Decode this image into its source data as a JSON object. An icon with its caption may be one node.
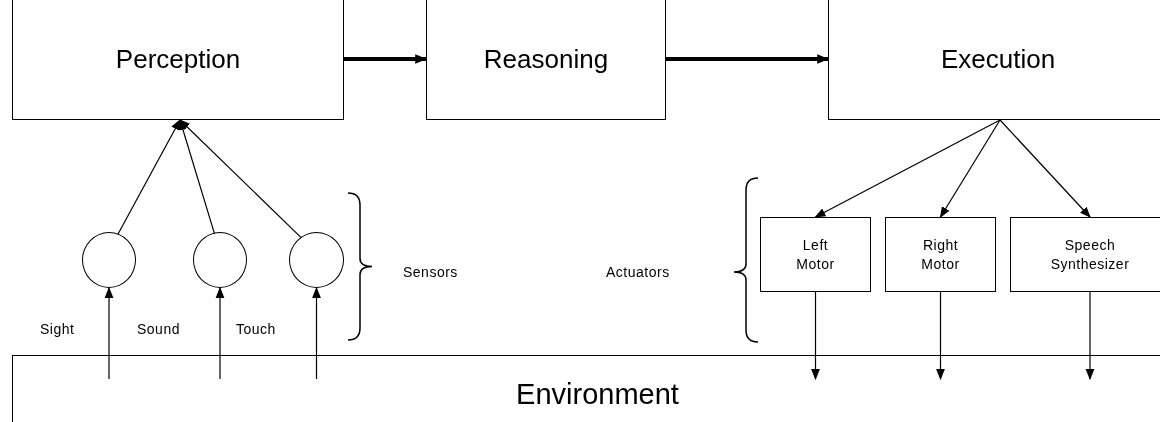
{
  "diagram": {
    "nodes": [
      {
        "text": [
          "Perception"
        ]
      },
      {
        "text": [
          "Reasoning"
        ]
      },
      {
        "text": [
          "Execution"
        ]
      },
      {
        "text": [],
        "shape": "circle"
      },
      {
        "text": [],
        "shape": "circle"
      },
      {
        "text": [],
        "shape": "circle"
      },
      {
        "text": [
          "Left Motor"
        ]
      },
      {
        "text": [
          "Right Motor"
        ]
      },
      {
        "text": [
          "Speech Synthesizer"
        ]
      },
      {
        "text": [
          "Environment"
        ]
      }
    ],
    "edges": [
      {
        "from": 0,
        "to": 1,
        "arrow": "to",
        "style": "thick"
      },
      {
        "from": 1,
        "to": 2,
        "arrow": "to",
        "style": "thick"
      },
      {
        "from": 3,
        "to": 0,
        "arrow": "to"
      },
      {
        "from": 4,
        "to": 0,
        "arrow": "to"
      },
      {
        "from": 5,
        "to": 0,
        "arrow": "to"
      },
      {
        "from": 2,
        "to": 6,
        "arrow": "to"
      },
      {
        "from": 2,
        "to": 7,
        "arrow": "to"
      },
      {
        "from": 2,
        "to": 8,
        "arrow": "to"
      },
      {
        "from": 9,
        "to": 3,
        "arrow": "to"
      },
      {
        "from": 9,
        "to": 4,
        "arrow": "to"
      },
      {
        "from": 9,
        "to": 5,
        "arrow": "to"
      },
      {
        "from": 6,
        "to": 9,
        "arrow": "to"
      },
      {
        "from": 7,
        "to": 9,
        "arrow": "to"
      },
      {
        "from": 8,
        "to": 9,
        "arrow": "to"
      }
    ],
    "labels": [
      "Sight",
      "Sound",
      "Touch",
      "Sensors",
      "Actuators"
    ]
  }
}
